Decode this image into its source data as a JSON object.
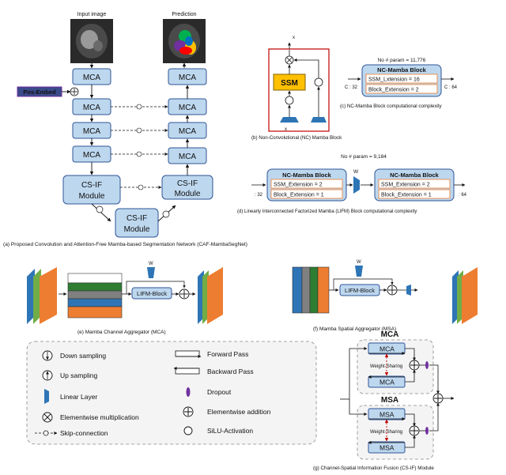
{
  "panel_a": {
    "input_label": "Input image",
    "prediction_label": "Prediction",
    "pos_embed_label": "Pos-Embed",
    "mca_label": "MCA",
    "csif_line1": "CS-IF",
    "csif_line2": "Module",
    "caption": "(a) Proposed Convolution and Attention-Free Mamba-based Segmentation Network (CAF-MambaSegNet)"
  },
  "panel_b": {
    "ssm_label": "SSM",
    "x_out": "x",
    "x_in": "x",
    "caption": "(b) Non-Convolutional (NC) Mamba Block"
  },
  "panel_c": {
    "param_label": "No # param = 11,776",
    "block_title": "NC-Mamba Block",
    "ssm_ext": "SSM_Lxtension = 16",
    "block_ext": "Block_Extension = 2",
    "cin": "C",
    "cin_val": ": 32",
    "cout": "C",
    "cout_val": ": 64",
    "caption": "(c) NC-Mamba Block computational complexity"
  },
  "panel_d": {
    "param_label": "No # param = 9,184",
    "block_title": "NC-Mamba Block",
    "ssm_ext": "SSM_Extension = 2",
    "block_ext": "Block_Extension = 1",
    "cin_val": ": 32",
    "cout_val": ": 64",
    "weight_label": "W",
    "caption": "(d) Linearly Interconnected Factorized Mamba (LIFM) Block computational complexity"
  },
  "panel_e": {
    "lifm_label": "LIFM-Block",
    "weight_label": "W",
    "caption": "(e) Mamba Channel Aggregator (MCA)"
  },
  "panel_f": {
    "lifm_label": "LIFM-Block",
    "weight_label": "W",
    "caption": "(f) Mamba Spatial Aggregator (MSA)"
  },
  "legend": {
    "down": "Down sampling",
    "up": "Up sampling",
    "linear": "Linear Layer",
    "mult": "Elementwise multiplication",
    "skip": "Skip-connection",
    "forward": "Forward Pass",
    "backward": "Backward Pass",
    "dropout": "Dropout",
    "add": "Elementwise addition",
    "silu": "SiLU-Activation"
  },
  "panel_g": {
    "mca_title": "MCA",
    "msa_title": "MSA",
    "mca_label": "MCA",
    "msa_label": "MSA",
    "weight_sharing": "Weight-Sharing",
    "caption": "(g) Channel-Spatial Information Fusion (CS-IF) Module"
  },
  "colors": {
    "block_fill": "#bdd7ee",
    "block_stroke": "#2f5597",
    "ssm_fill": "#ffc000",
    "orange": "#ed7d31",
    "blue": "#2e75b6",
    "green": "#70ad47",
    "gray": "#808080",
    "dropout": "#7030a0",
    "red": "#c00000"
  }
}
